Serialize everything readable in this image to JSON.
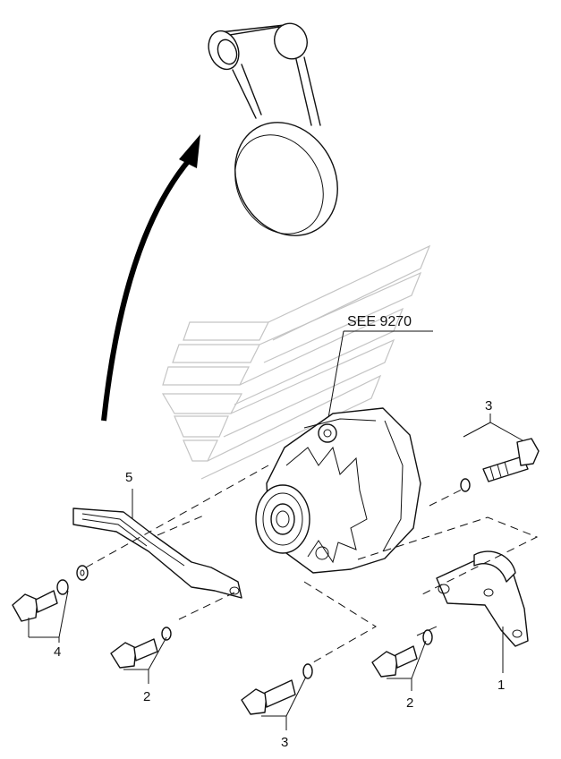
{
  "reference": {
    "text": "SEE 9270"
  },
  "callouts": [
    {
      "id": "bracket",
      "label": "1"
    },
    {
      "id": "bolt-washer-left",
      "label": "2"
    },
    {
      "id": "bolt-washer-right",
      "label": "2"
    },
    {
      "id": "bolt-washer-top",
      "label": "3"
    },
    {
      "id": "bolt-washer-bottom",
      "label": "3"
    },
    {
      "id": "bolt-washer-far-left",
      "label": "4"
    },
    {
      "id": "adjusting-strap",
      "label": "5"
    }
  ]
}
